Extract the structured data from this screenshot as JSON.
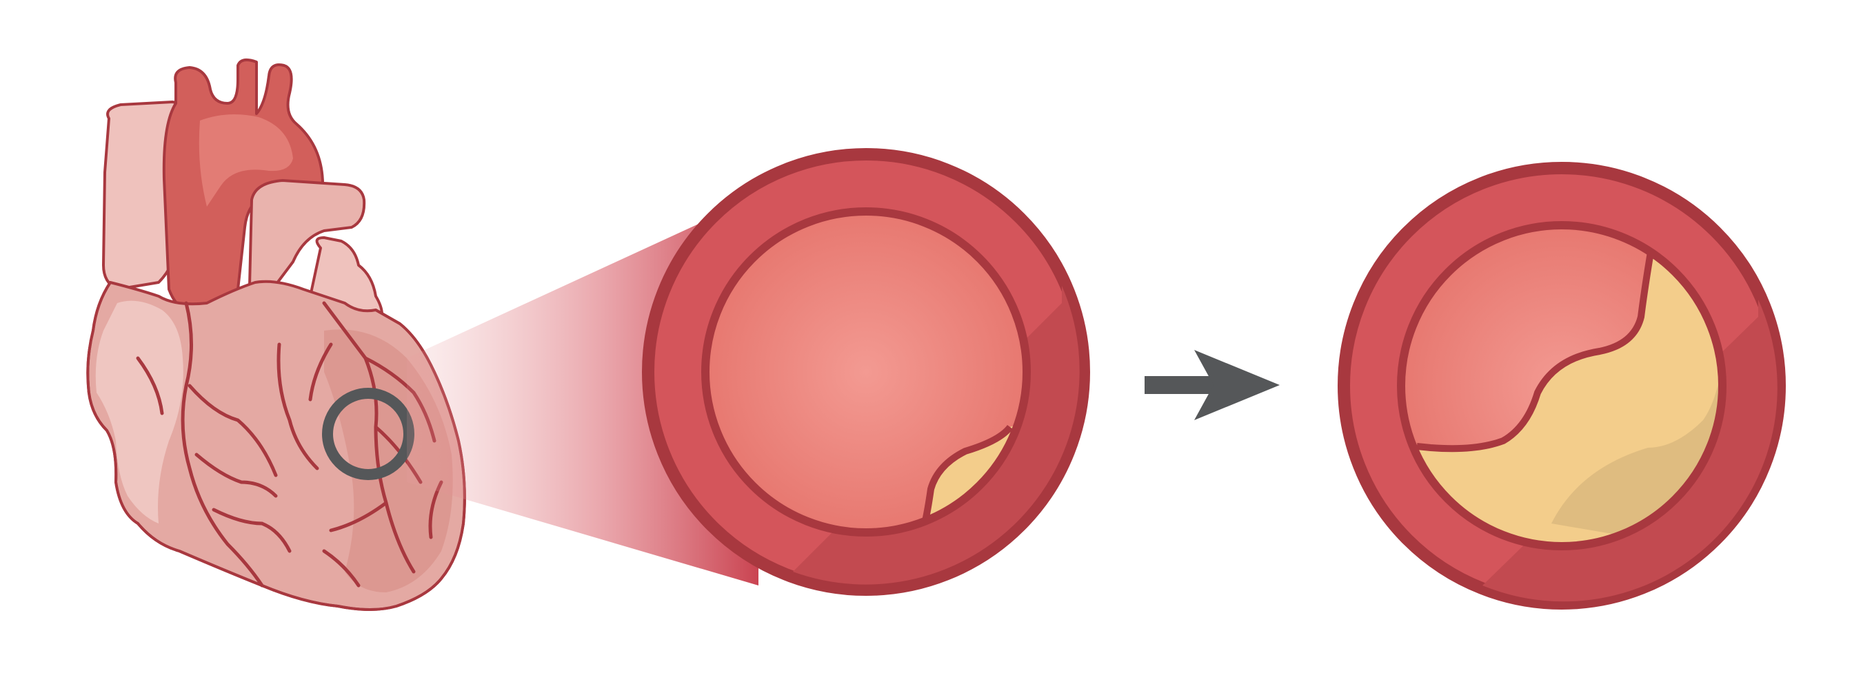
{
  "diagram": {
    "panels": [
      {
        "name": "heart",
        "icon": "heart-illustration"
      },
      {
        "name": "artery-early-plaque",
        "icon": "artery-cross-section",
        "plaque_level": "small"
      },
      {
        "name": "arrow",
        "icon": "arrow-right-icon"
      },
      {
        "name": "artery-advanced-plaque",
        "icon": "artery-cross-section",
        "plaque_level": "large"
      }
    ],
    "colors": {
      "background": "#ffffff",
      "outline": "#a8383f",
      "vessel_wall": "#d4555b",
      "vessel_wall_shadow": "#c24a50",
      "lumen_center": "#f39a92",
      "lumen_edge": "#e77870",
      "plaque": "#f3cd8b",
      "plaque_shadow": "#dfbc80",
      "heart_light": "#efc2bd",
      "heart_mid": "#e4a49f",
      "heart_dark": "#c5524f",
      "magnifier_ring": "#555759",
      "arrow": "#555759"
    }
  }
}
